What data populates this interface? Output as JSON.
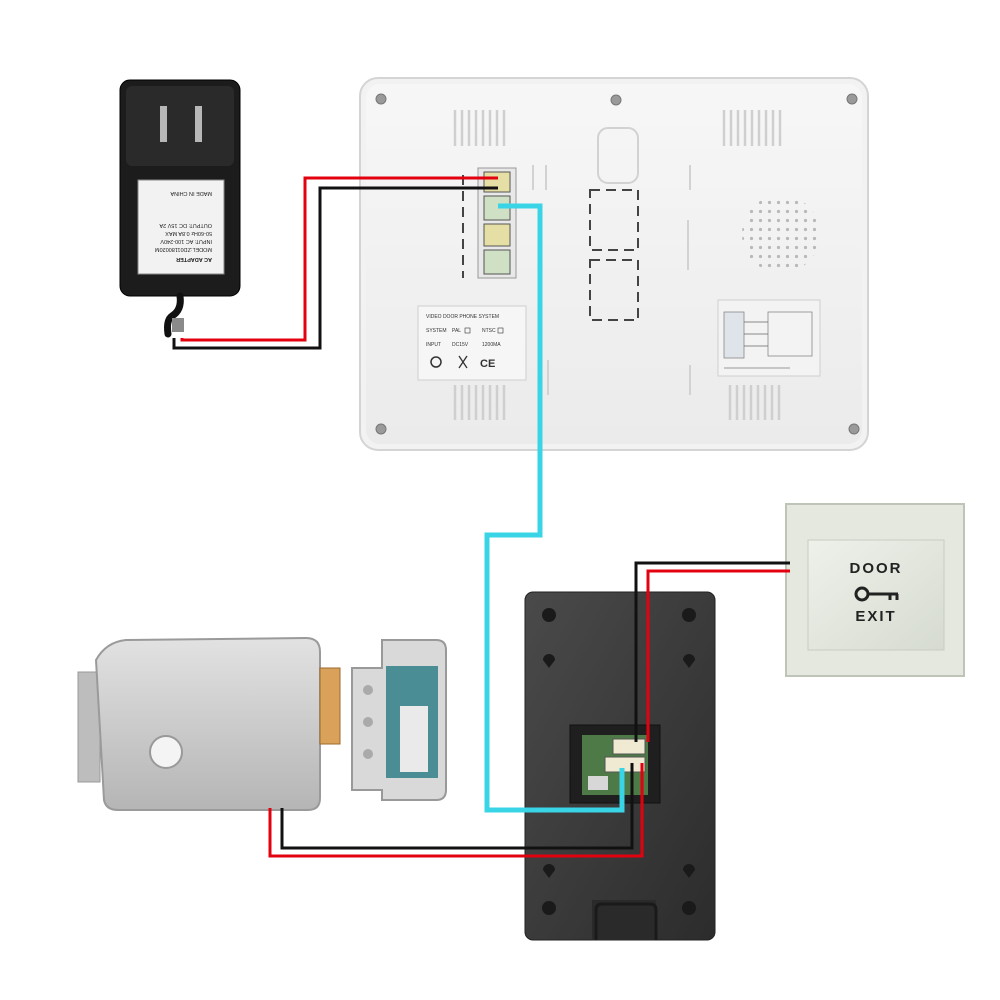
{
  "diagram": {
    "colors": {
      "wire_red": "#e3000f",
      "wire_black": "#111111",
      "wire_cyan": "#39d4e6",
      "monitor_body": "#f2f2f2",
      "outdoor_panel": "#3a3a3a",
      "lock_body": "#c9c9c9",
      "exit_button": "#e4e8df"
    },
    "ac_adapter": {
      "title": "AC ADAPTER",
      "lines": [
        "MODEL:ZD01180020M",
        "INPUT: AC 100-240V",
        "50-60Hz 0.8A MAX",
        "OUTPUT: DC 15V 2A",
        "MADE IN CHINA"
      ]
    },
    "monitor": {
      "label_title": "VIDEO DOOR PHONE SYSTEM",
      "label_system": "SYSTEM",
      "label_pal": "PAL",
      "label_ntsc": "NTSC",
      "label_input": "INPUT",
      "label_voltage": "DC15V",
      "label_current": "1200MA",
      "cert_ce": "CE"
    },
    "exit_button": {
      "line1": "DOOR",
      "line2": "EXIT",
      "icon": "key-icon"
    },
    "components": [
      "ac-adapter",
      "indoor-monitor",
      "outdoor-camera-panel",
      "electric-lock",
      "door-exit-button"
    ]
  }
}
